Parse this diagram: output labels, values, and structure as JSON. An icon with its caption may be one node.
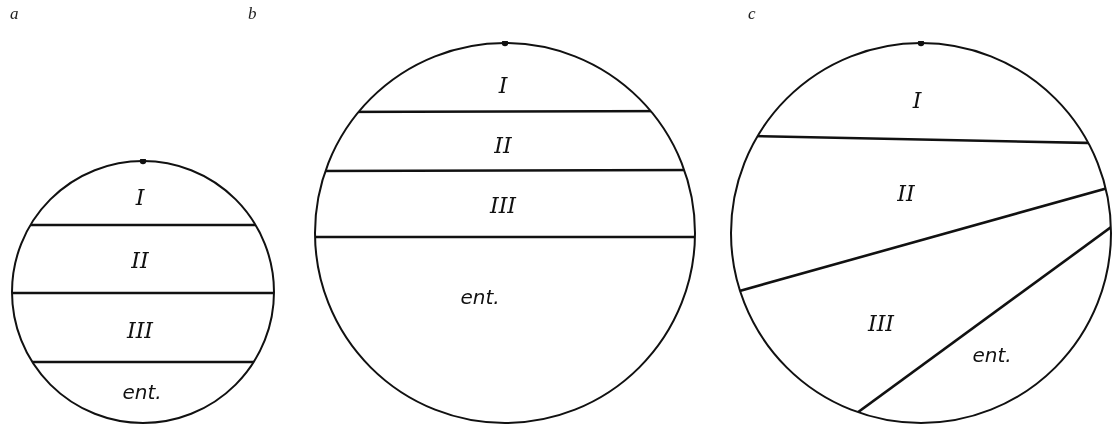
{
  "diagram": {
    "nodes": [
      {
        "text": [
          "I",
          "II",
          "III",
          "ent."
        ]
      },
      {
        "text": [
          "I",
          "II",
          "III",
          "ent."
        ]
      },
      {
        "text": [
          "I",
          "II",
          "III",
          "ent."
        ]
      }
    ],
    "labels": [
      "a",
      "b",
      "c"
    ]
  }
}
